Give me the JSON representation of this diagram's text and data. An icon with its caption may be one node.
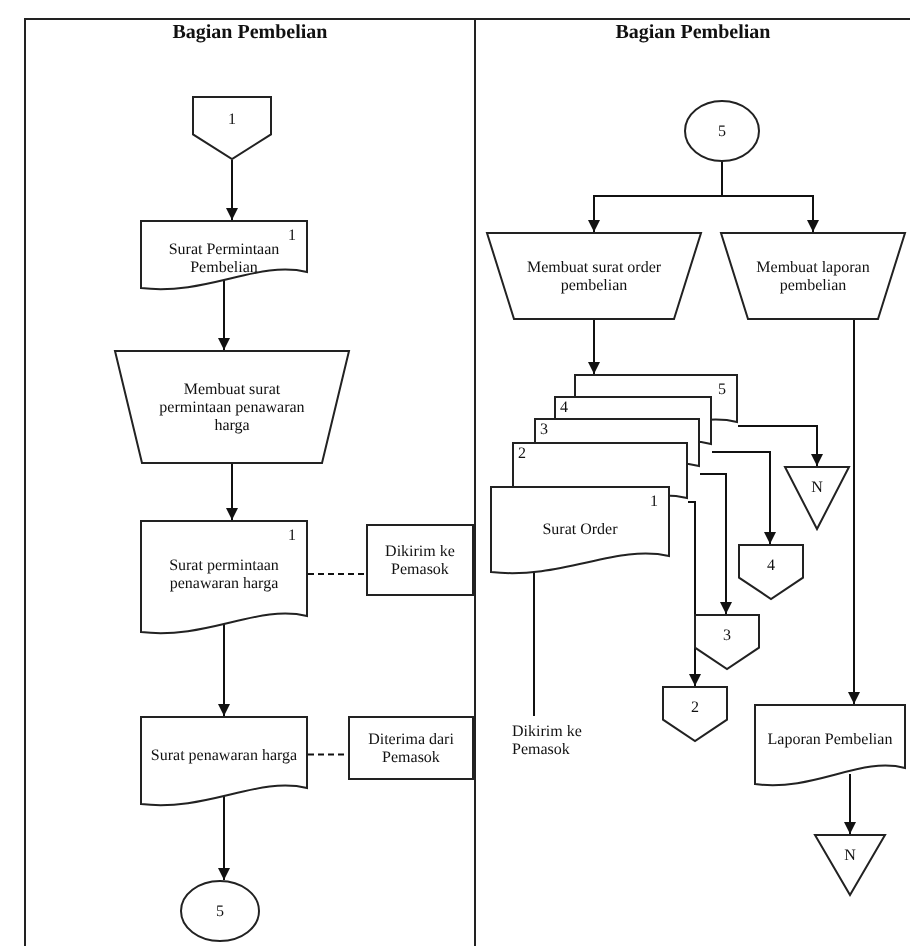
{
  "diagram": {
    "nodes": [
      {
        "text": [
          "Bagian Pembelian"
        ]
      },
      {
        "text": [
          "1"
        ],
        "in": 0
      },
      {
        "text": [
          "1",
          "Surat Permintaan Pembelian"
        ],
        "in": 0
      },
      {
        "text": [
          "Membuat surat permintaan penawaran harga"
        ],
        "in": 0
      },
      {
        "text": [
          "1",
          "Surat permintaan penawaran harga"
        ],
        "in": 0
      },
      {
        "text": [
          "Dikirim ke Pemasok"
        ],
        "in": 0
      },
      {
        "text": [
          "Surat penawaran harga"
        ],
        "in": 0
      },
      {
        "text": [
          "Diterima dari Pemasok"
        ],
        "in": 0
      },
      {
        "text": [
          "5"
        ],
        "in": 0
      },
      {
        "text": [
          "Bagian Pembelian"
        ]
      },
      {
        "text": [
          "5"
        ],
        "in": 9
      },
      {
        "text": [
          "Membuat surat order pembelian"
        ],
        "in": 9
      },
      {
        "text": [
          "Membuat laporan pembelian"
        ],
        "in": 9
      },
      {
        "text": [
          "5"
        ],
        "in": 9
      },
      {
        "text": [
          "4"
        ],
        "in": 9
      },
      {
        "text": [
          "3"
        ],
        "in": 9
      },
      {
        "text": [
          "2"
        ],
        "in": 9
      },
      {
        "text": [
          "1",
          "Surat Order"
        ],
        "in": 9
      },
      {
        "text": [
          "N"
        ],
        "in": 9
      },
      {
        "text": [
          "4"
        ],
        "in": 9
      },
      {
        "text": [
          "3"
        ],
        "in": 9
      },
      {
        "text": [
          "2"
        ],
        "in": 9
      },
      {
        "text": [
          "Dikirim ke Pemasok"
        ],
        "in": 9
      },
      {
        "text": [
          "Laporan Pembelian"
        ],
        "in": 9
      },
      {
        "text": [
          "N"
        ],
        "in": 9
      }
    ],
    "edges": [
      {
        "from": 1,
        "to": 2,
        "arrow": "to"
      },
      {
        "from": 2,
        "to": 3,
        "arrow": "to"
      },
      {
        "from": 3,
        "to": 4,
        "arrow": "to"
      },
      {
        "from": 4,
        "to": 5,
        "arrow": "none",
        "style": "dashed"
      },
      {
        "from": 4,
        "to": 6,
        "arrow": "to"
      },
      {
        "from": 6,
        "to": 7,
        "arrow": "none",
        "style": "dashed"
      },
      {
        "from": 6,
        "to": 8,
        "arrow": "to"
      },
      {
        "from": 10,
        "to": 11,
        "arrow": "to"
      },
      {
        "from": 10,
        "to": 12,
        "arrow": "to"
      },
      {
        "from": 11,
        "to": 13,
        "arrow": "to"
      },
      {
        "from": 13,
        "to": 18,
        "arrow": "to"
      },
      {
        "from": 14,
        "to": 19,
        "arrow": "to"
      },
      {
        "from": 15,
        "to": 20,
        "arrow": "to"
      },
      {
        "from": 16,
        "to": 21,
        "arrow": "to"
      },
      {
        "from": 17,
        "to": 22,
        "arrow": "none"
      },
      {
        "from": 12,
        "to": 23,
        "arrow": "to"
      },
      {
        "from": 23,
        "to": 24,
        "arrow": "to"
      }
    ]
  }
}
